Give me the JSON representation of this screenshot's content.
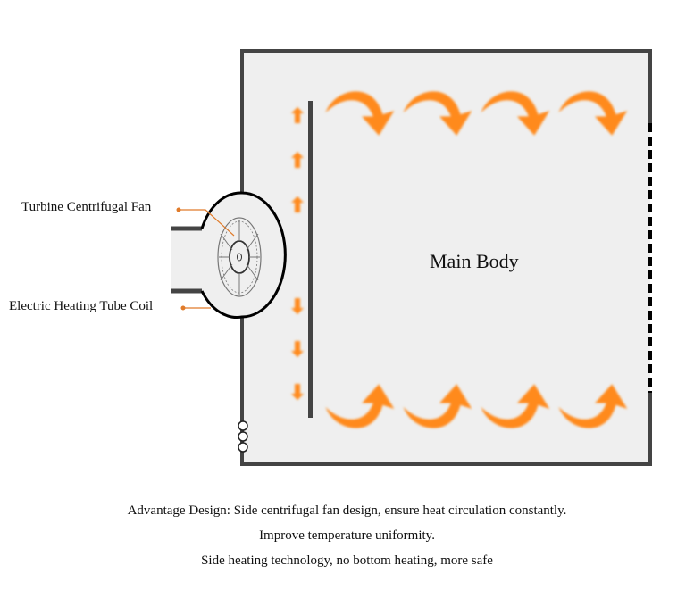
{
  "diagram": {
    "main_body_label": "Main Body",
    "callouts": {
      "fan": "Turbine Centrifugal Fan",
      "coil": "Electric Heating Tube Coil"
    },
    "airflow": {
      "top_arrows": 4,
      "bottom_arrows": 4,
      "side_up_arrows": 3,
      "side_down_arrows": 3
    },
    "colors": {
      "arrow": "#ff8a1a",
      "frame": "#444444",
      "chamber_fill": "#efefef",
      "callout_line": "#e07b2a"
    }
  },
  "captions": [
    "Advantage Design: Side centrifugal fan design, ensure heat circulation constantly.",
    "Improve temperature uniformity.",
    "Side heating technology, no bottom heating, more safe"
  ]
}
